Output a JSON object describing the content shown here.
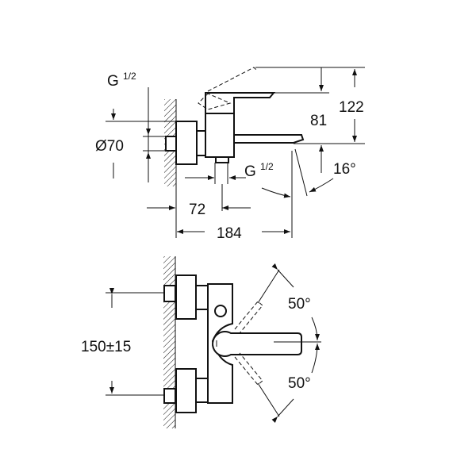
{
  "side_view": {
    "inlet_thread_top": {
      "main": "G",
      "fraction": "1/2"
    },
    "diameter": "Ø70",
    "outlet_thread": {
      "main": "G",
      "fraction": "1/2"
    },
    "dim_72": "72",
    "dim_184": "184",
    "dim_81": "81",
    "dim_122": "122",
    "spout_angle": "16°"
  },
  "front_view": {
    "center_distance": "150±15",
    "handle_angle_up": "50°",
    "handle_angle_down": "50°"
  },
  "colors": {
    "line": "#111111",
    "background": "#ffffff"
  }
}
